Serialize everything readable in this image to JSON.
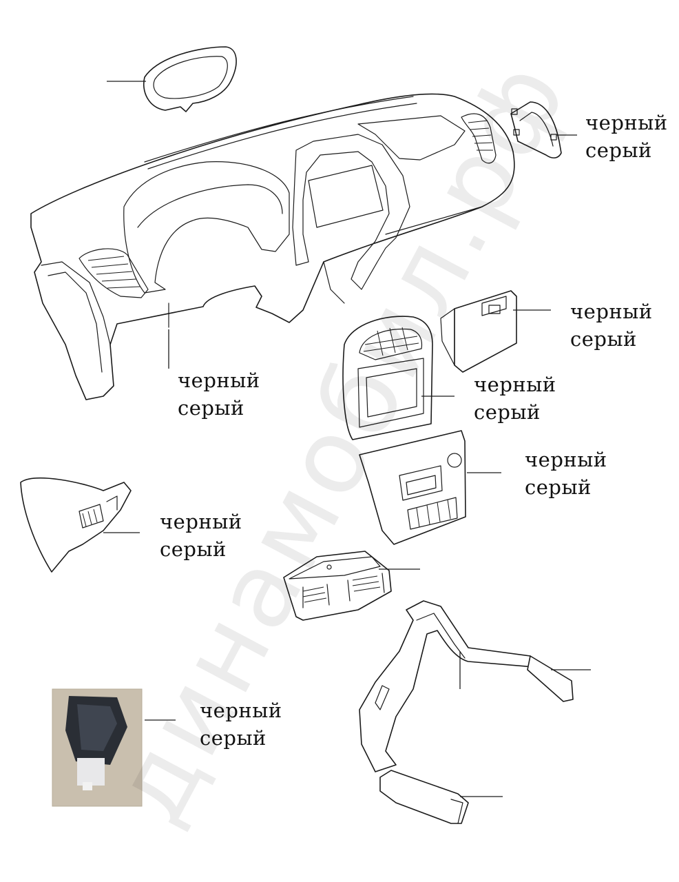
{
  "watermark": "динамобил.рф",
  "labels": [
    {
      "id": "dashboard",
      "line1": "черный",
      "line2": "серый"
    },
    {
      "id": "side-cover-right",
      "line1": "черный",
      "line2": "серый"
    },
    {
      "id": "glovebox",
      "line1": "черный",
      "line2": "серый"
    },
    {
      "id": "radio-bezel",
      "line1": "черный",
      "line2": "серый"
    },
    {
      "id": "center-console-panel",
      "line1": "черный",
      "line2": "серый"
    },
    {
      "id": "side-end-cap-left",
      "line1": "черный",
      "line2": "серый"
    },
    {
      "id": "clip-photo",
      "line1": "черный",
      "line2": "серый"
    }
  ]
}
